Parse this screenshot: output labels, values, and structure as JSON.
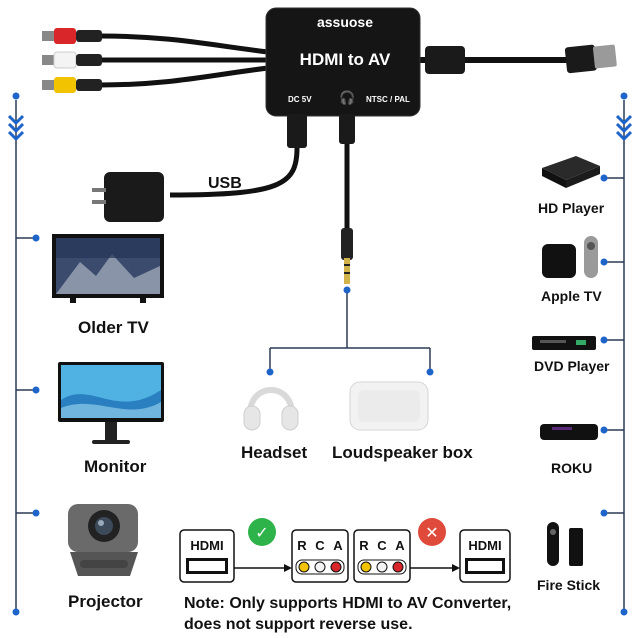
{
  "brand": "assuose",
  "device": {
    "title": "HDMI to AV",
    "port_dc": "DC 5V",
    "port_mode": "NTSC / PAL"
  },
  "cable_usb_label": "USB",
  "left_devices": [
    "Older TV",
    "Monitor",
    "Projector"
  ],
  "right_devices": [
    "HD Player",
    "Apple TV",
    "DVD Player",
    "ROKU",
    "Fire Stick"
  ],
  "audio_outputs": [
    "Headset",
    "Loudspeaker box"
  ],
  "flow": {
    "hdmi": "HDMI",
    "rca_r": "R",
    "rca_c": "C",
    "rca_a": "A",
    "ok_mark": "✓",
    "no_mark": "✕"
  },
  "note": {
    "line1": "Note: Only supports HDMI to AV Converter,",
    "line2": "does not support reverse use."
  },
  "colors": {
    "accent": "#1f64c9",
    "line": "#2a3a55",
    "ok": "#2db34a",
    "no": "#e04a3a",
    "rca_yellow": "#f2c300",
    "rca_red": "#d8262b",
    "rca_white": "#f4f4f4"
  }
}
